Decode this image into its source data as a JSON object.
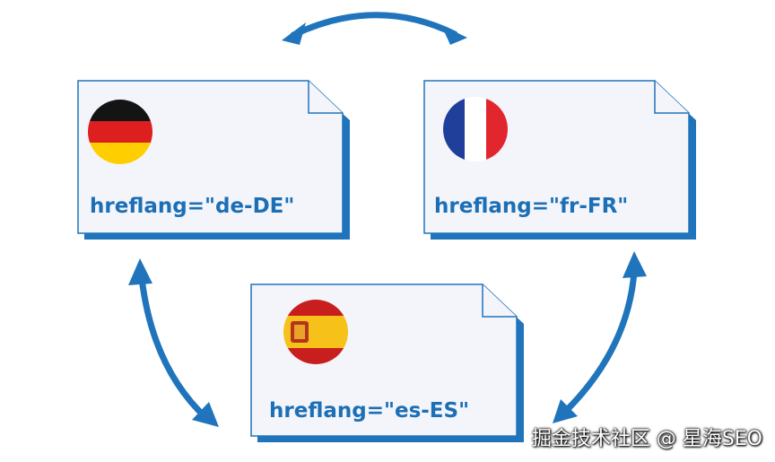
{
  "documents": [
    {
      "id": "de",
      "label": "hreflang=\"de-DE\"",
      "flag": "germany-flag"
    },
    {
      "id": "fr",
      "label": "hreflang=\"fr-FR\"",
      "flag": "france-flag"
    },
    {
      "id": "es",
      "label": "hreflang=\"es-ES\"",
      "flag": "spain-flag"
    }
  ],
  "links": [
    {
      "from": "de",
      "to": "fr",
      "type": "bidirectional"
    },
    {
      "from": "de",
      "to": "es",
      "type": "bidirectional"
    },
    {
      "from": "fr",
      "to": "es",
      "type": "bidirectional"
    }
  ],
  "watermark": "掘金技术社区 @ 星海SEO",
  "colors": {
    "accent": "#1f74bb",
    "page_fill": "#f3f5fb",
    "page_outline": "#1f74bb",
    "label_text": "#1c6fb5",
    "germany": [
      "#141414",
      "#dd1f1f",
      "#ffce00"
    ],
    "france": [
      "#1f3f9a",
      "#ffffff",
      "#e2262e"
    ],
    "spain": [
      "#c81e1e",
      "#f6c21a",
      "#c81e1e"
    ]
  }
}
